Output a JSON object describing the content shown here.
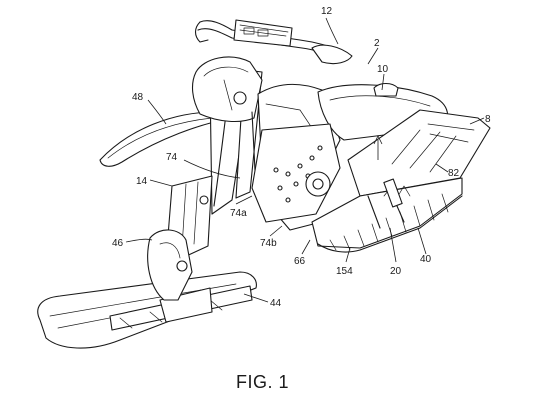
{
  "figure": {
    "caption": "FIG. 1",
    "labels": {
      "l2": "2",
      "l8": "8",
      "l10": "10",
      "l12": "12",
      "l14": "14",
      "l20": "20",
      "l40": "40",
      "l44": "44",
      "l46": "46",
      "l48": "48",
      "l66": "66",
      "l74": "74",
      "l74a": "74a",
      "l74b": "74b",
      "l82": "82",
      "l154": "154"
    }
  }
}
